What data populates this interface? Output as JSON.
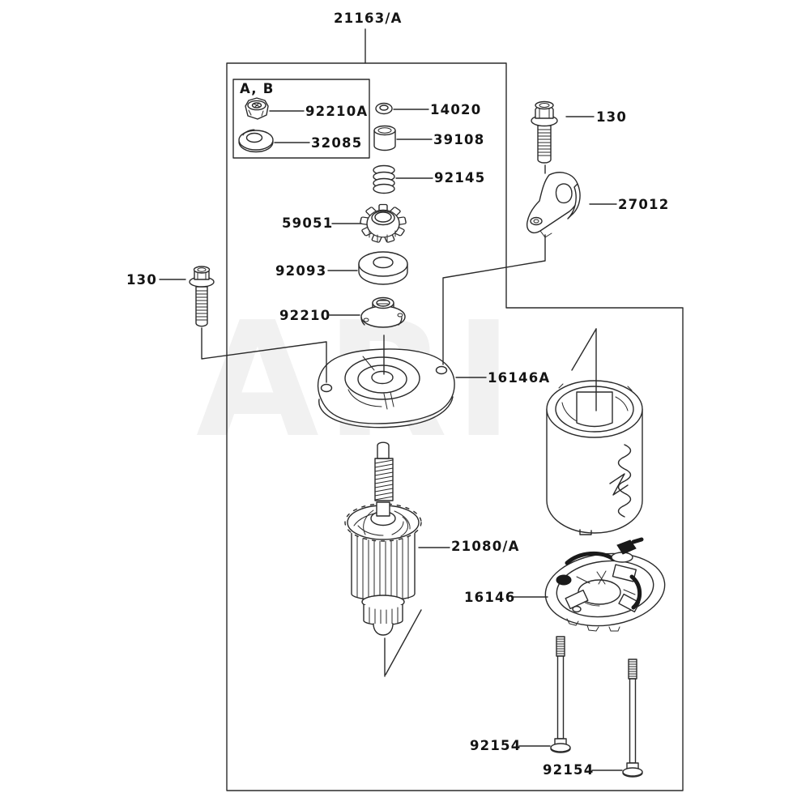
{
  "watermark": "ARI",
  "labels": {
    "assembly": "21163/A",
    "inset_group": "A, B",
    "lock_nut": "92210A",
    "retainer": "32085",
    "washer_small": "14020",
    "bushing": "39108",
    "spring": "92145",
    "pinion_gear": "59051",
    "thick_washer": "92093",
    "stopper_nut": "92210",
    "bolt_left": "130",
    "bolt_right": "130",
    "bracket": "27012",
    "drive_end_cap": "16146A",
    "armature": "21080/A",
    "brush_end_cap": "16146",
    "long_bolt_upper": "92154",
    "long_bolt_lower": "92154"
  }
}
